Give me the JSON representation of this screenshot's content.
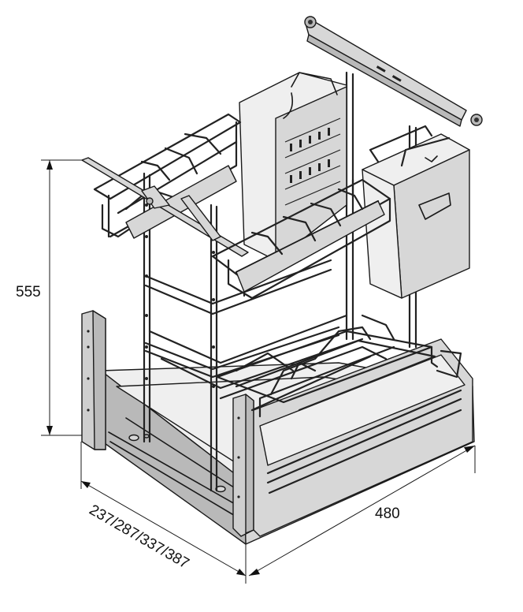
{
  "dimensions": {
    "height_label": "555",
    "width_label": "480",
    "depth_label": "237/287/337/387"
  },
  "colors": {
    "line": "#1a1a1a",
    "fill_mid": "#d7d7d7",
    "fill_dark": "#b9b9b9",
    "fill_light": "#efefef"
  }
}
